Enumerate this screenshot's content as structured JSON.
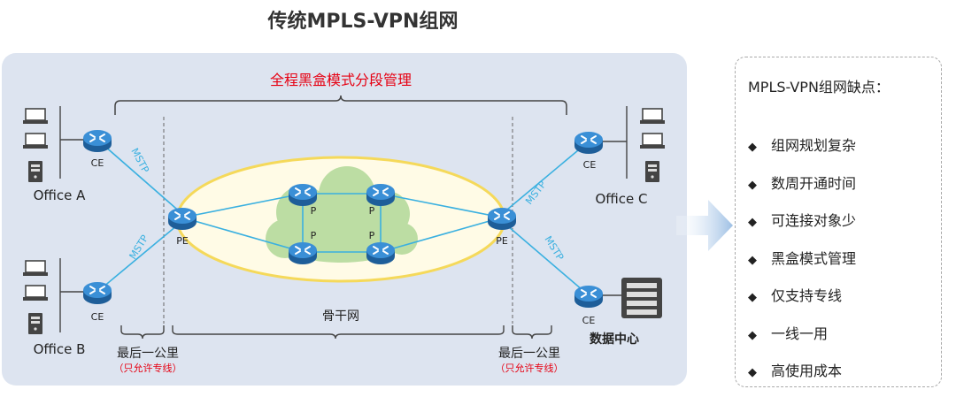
{
  "title": "传统MPLS-VPN组网",
  "diagram": {
    "management_label": "全程黑盒模式分段管理",
    "backbone_label": "骨干网",
    "last_mile_left": "最后一公里",
    "last_mile_left_note": "（只允许专线）",
    "last_mile_right": "最后一公里",
    "last_mile_right_note": "（只允许专线）",
    "offices": {
      "a": "Office A",
      "b": "Office B",
      "c": "Office C",
      "datacenter": "数据中心"
    },
    "link_labels": {
      "mstp_a": "MSTP",
      "mstp_b": "MSTP",
      "mstp_c": "MSTP",
      "mstp_d": "MSTP"
    },
    "router_labels": {
      "ce_a": "CE",
      "ce_b": "CE",
      "ce_c": "CE",
      "ce_d": "CE",
      "pe_left": "PE",
      "pe_right": "PE",
      "p1": "P",
      "p2": "P",
      "p3": "P",
      "p4": "P"
    },
    "colors": {
      "panel": "#dde4f0",
      "link": "#3ab0e0",
      "router": "#2b7fc4",
      "ellipse_fill": "#fffbe6",
      "ellipse_stroke": "#f5d95a",
      "cloud": "#b9dca0",
      "accent_red": "#e60012"
    }
  },
  "side_panel": {
    "title": "MPLS-VPN组网缺点：",
    "bullet_icon": "diamond-icon",
    "items": [
      "组网规划复杂",
      "数周开通时间",
      "可连接对象少",
      "黑盒模式管理",
      "仅支持专线",
      "一线一用",
      "高使用成本"
    ]
  }
}
